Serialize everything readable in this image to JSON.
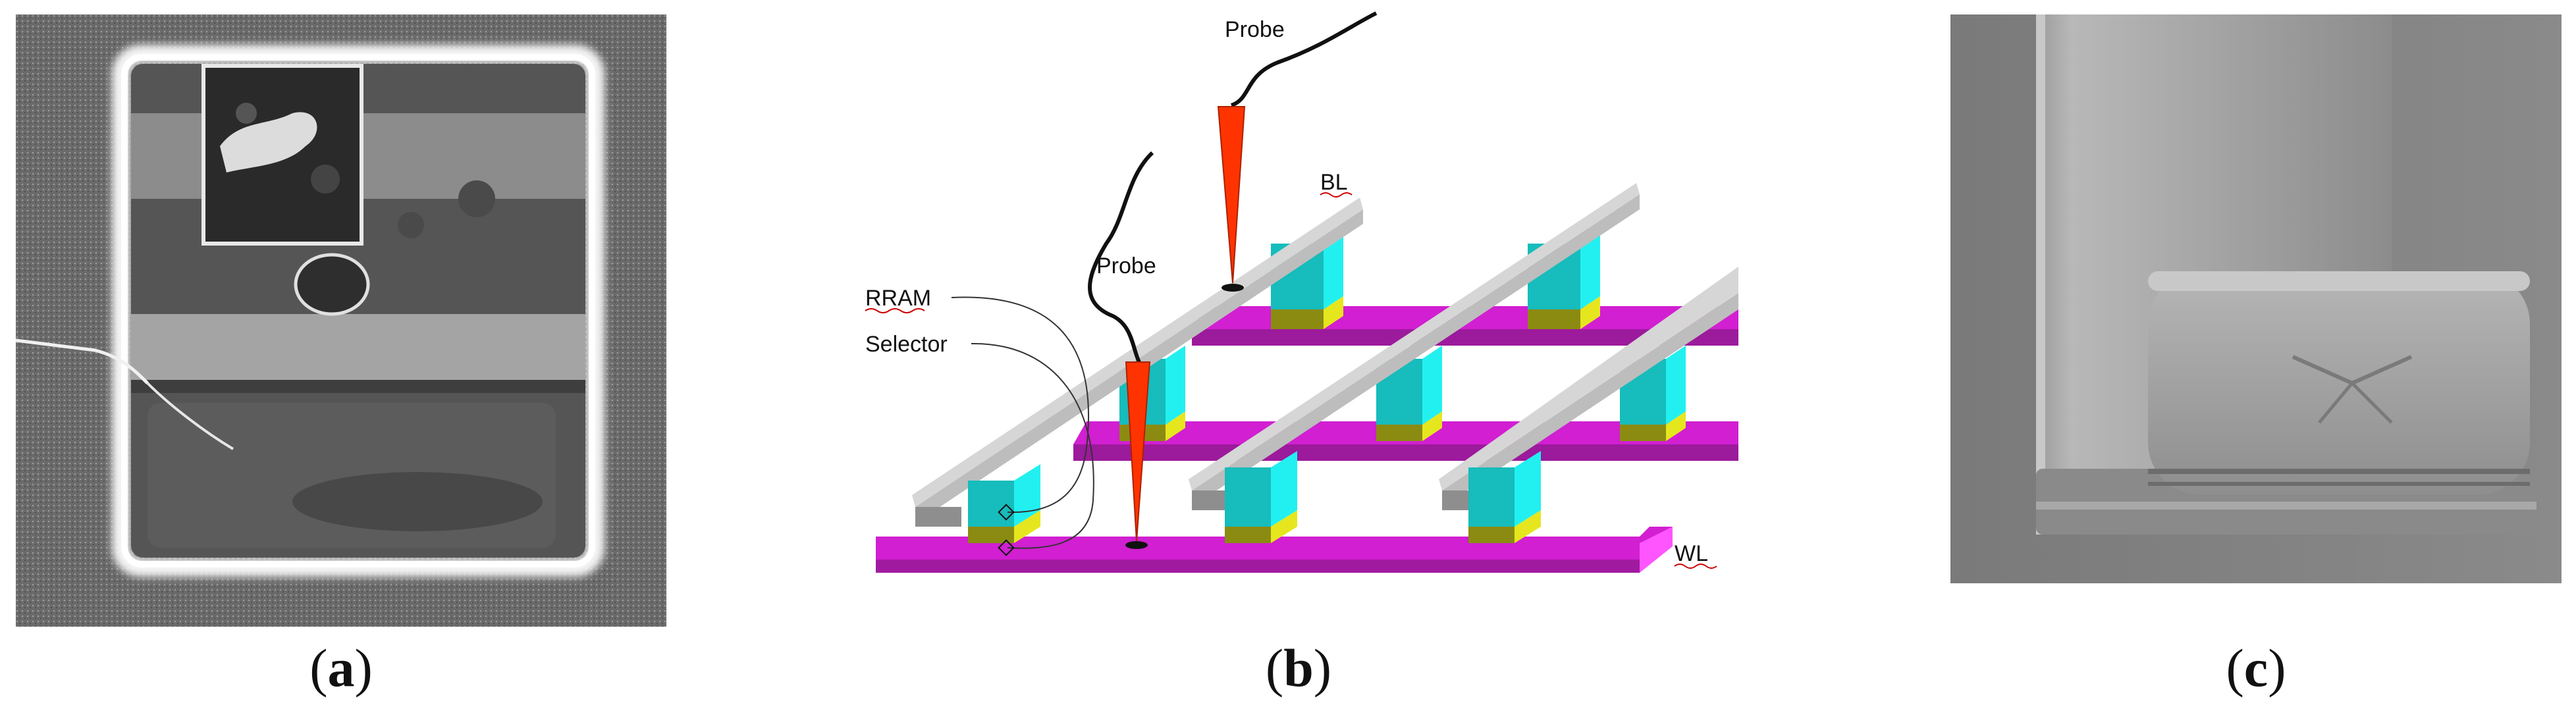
{
  "panels": {
    "a": {
      "caption_open": "(",
      "caption_letter": "a",
      "caption_close": ")"
    },
    "b": {
      "caption_open": "(",
      "caption_letter": "b",
      "caption_close": ")"
    },
    "c": {
      "caption_open": "(",
      "caption_letter": "c",
      "caption_close": ")"
    }
  },
  "diagram": {
    "probe_top_label": "Probe",
    "probe_left_label": "Probe",
    "bl_label": "BL",
    "wl_label": "WL",
    "rram_label": "RRAM",
    "selector_label": "Selector"
  },
  "colors": {
    "word_line": "#cc22cc",
    "bit_line": "#b8b8b8",
    "rram": "#19e6e6",
    "selector": "#d8d820",
    "probe_tip": "#ff3300"
  }
}
